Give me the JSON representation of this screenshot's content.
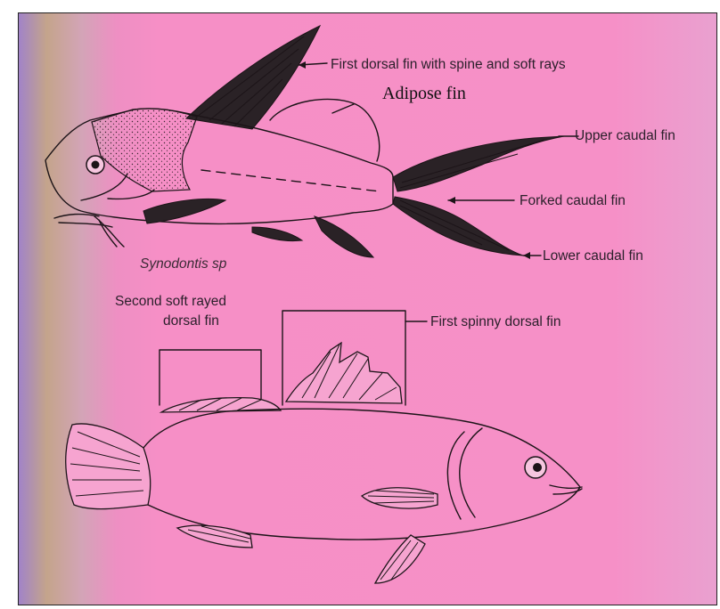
{
  "diagram": {
    "upper_fish": {
      "species_label": "Synodontis sp",
      "labels": {
        "first_dorsal": "First dorsal fin with spine and soft rays",
        "adipose": "Adipose fin",
        "upper_caudal": "Upper caudal fin",
        "forked_caudal": "Forked caudal fin",
        "lower_caudal": "Lower caudal fin"
      }
    },
    "lower_fish": {
      "labels": {
        "second_dorsal_line1": "Second soft rayed",
        "second_dorsal_line2": "dorsal fin",
        "first_spinny": "First spinny dorsal fin"
      }
    },
    "colors": {
      "background": "#f68fc6",
      "left_edge_purple": "#9e7fc9",
      "left_edge_tan": "#c9a587",
      "ink": "#1c1418"
    }
  }
}
